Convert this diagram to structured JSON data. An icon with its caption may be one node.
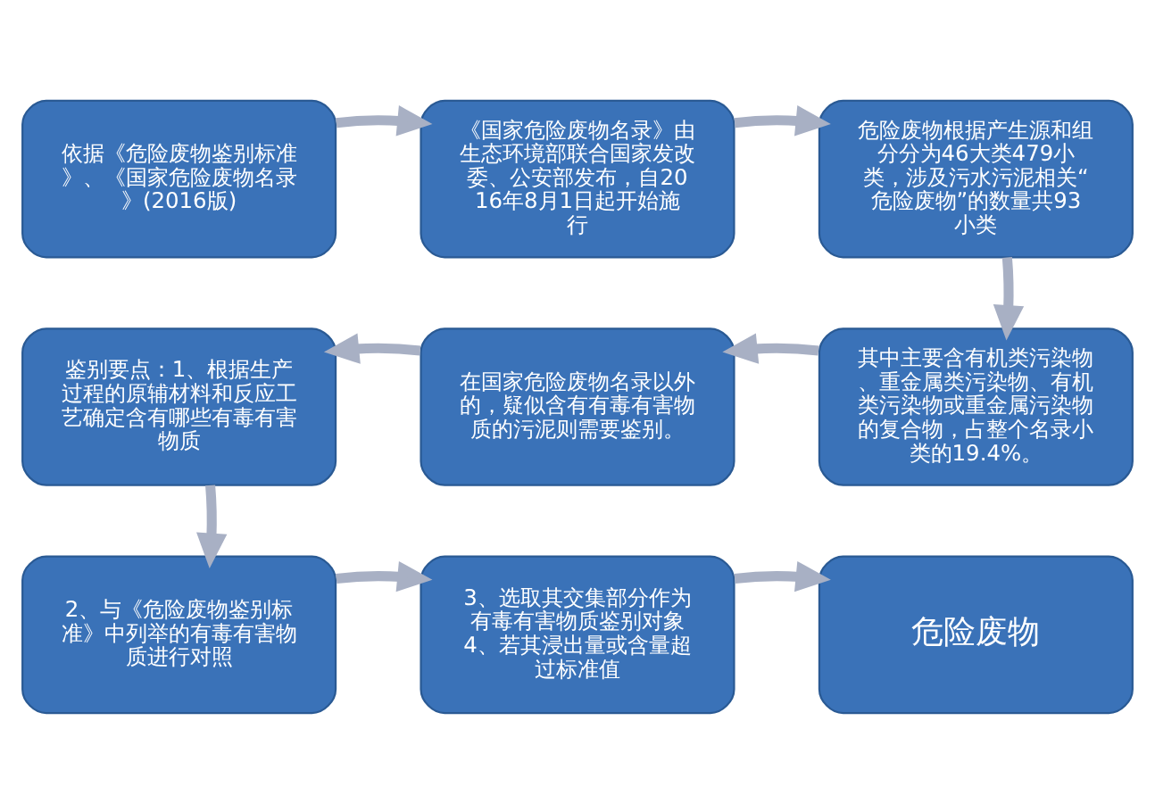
{
  "diagram": {
    "nodes": [
      {
        "text": [
          "依据《危险废物鉴别标准》、《国家危险废物名录》(2016版)"
        ]
      },
      {
        "text": [
          "《国家危险废物名录》由生态环境部联合国家发改委、公安部发布，自2016年8月1日起开始施行"
        ]
      },
      {
        "text": [
          "危险废物根据产生源和组分分为46大类479小类，涉及污水污泥相关“危险废物”的数量共93小类"
        ]
      },
      {
        "text": [
          "其中主要含有机类污染物、重金属类污染物、有机类污染物或重金属污染物的复合物，占整个名录小类的19.4%。"
        ]
      },
      {
        "text": [
          "在国家危险废物名录以外的，疑似含有有毒有害物质的污泥则需要鉴别。"
        ]
      },
      {
        "text": [
          "鉴别要点：1、根据生产过程的原辅材料和反应工艺确定含有哪些有毒有害物质"
        ]
      },
      {
        "text": [
          "2、与《危险废物鉴别标准》中列举的有毒有害物质进行对照"
        ]
      },
      {
        "text": [
          "3、选取其交集部分作为有毒有害物质鉴别对象",
          "4、若其浸出量或含量超过标准值"
        ]
      },
      {
        "text": [
          "危险废物"
        ]
      }
    ],
    "edges": [
      {
        "from": 0,
        "to": 1,
        "arrow": "to"
      },
      {
        "from": 1,
        "to": 2,
        "arrow": "to"
      },
      {
        "from": 2,
        "to": 3,
        "arrow": "to"
      },
      {
        "from": 3,
        "to": 4,
        "arrow": "to"
      },
      {
        "from": 4,
        "to": 5,
        "arrow": "to"
      },
      {
        "from": 5,
        "to": 6,
        "arrow": "to"
      },
      {
        "from": 6,
        "to": 7,
        "arrow": "to"
      },
      {
        "from": 7,
        "to": 8,
        "arrow": "to"
      }
    ]
  }
}
